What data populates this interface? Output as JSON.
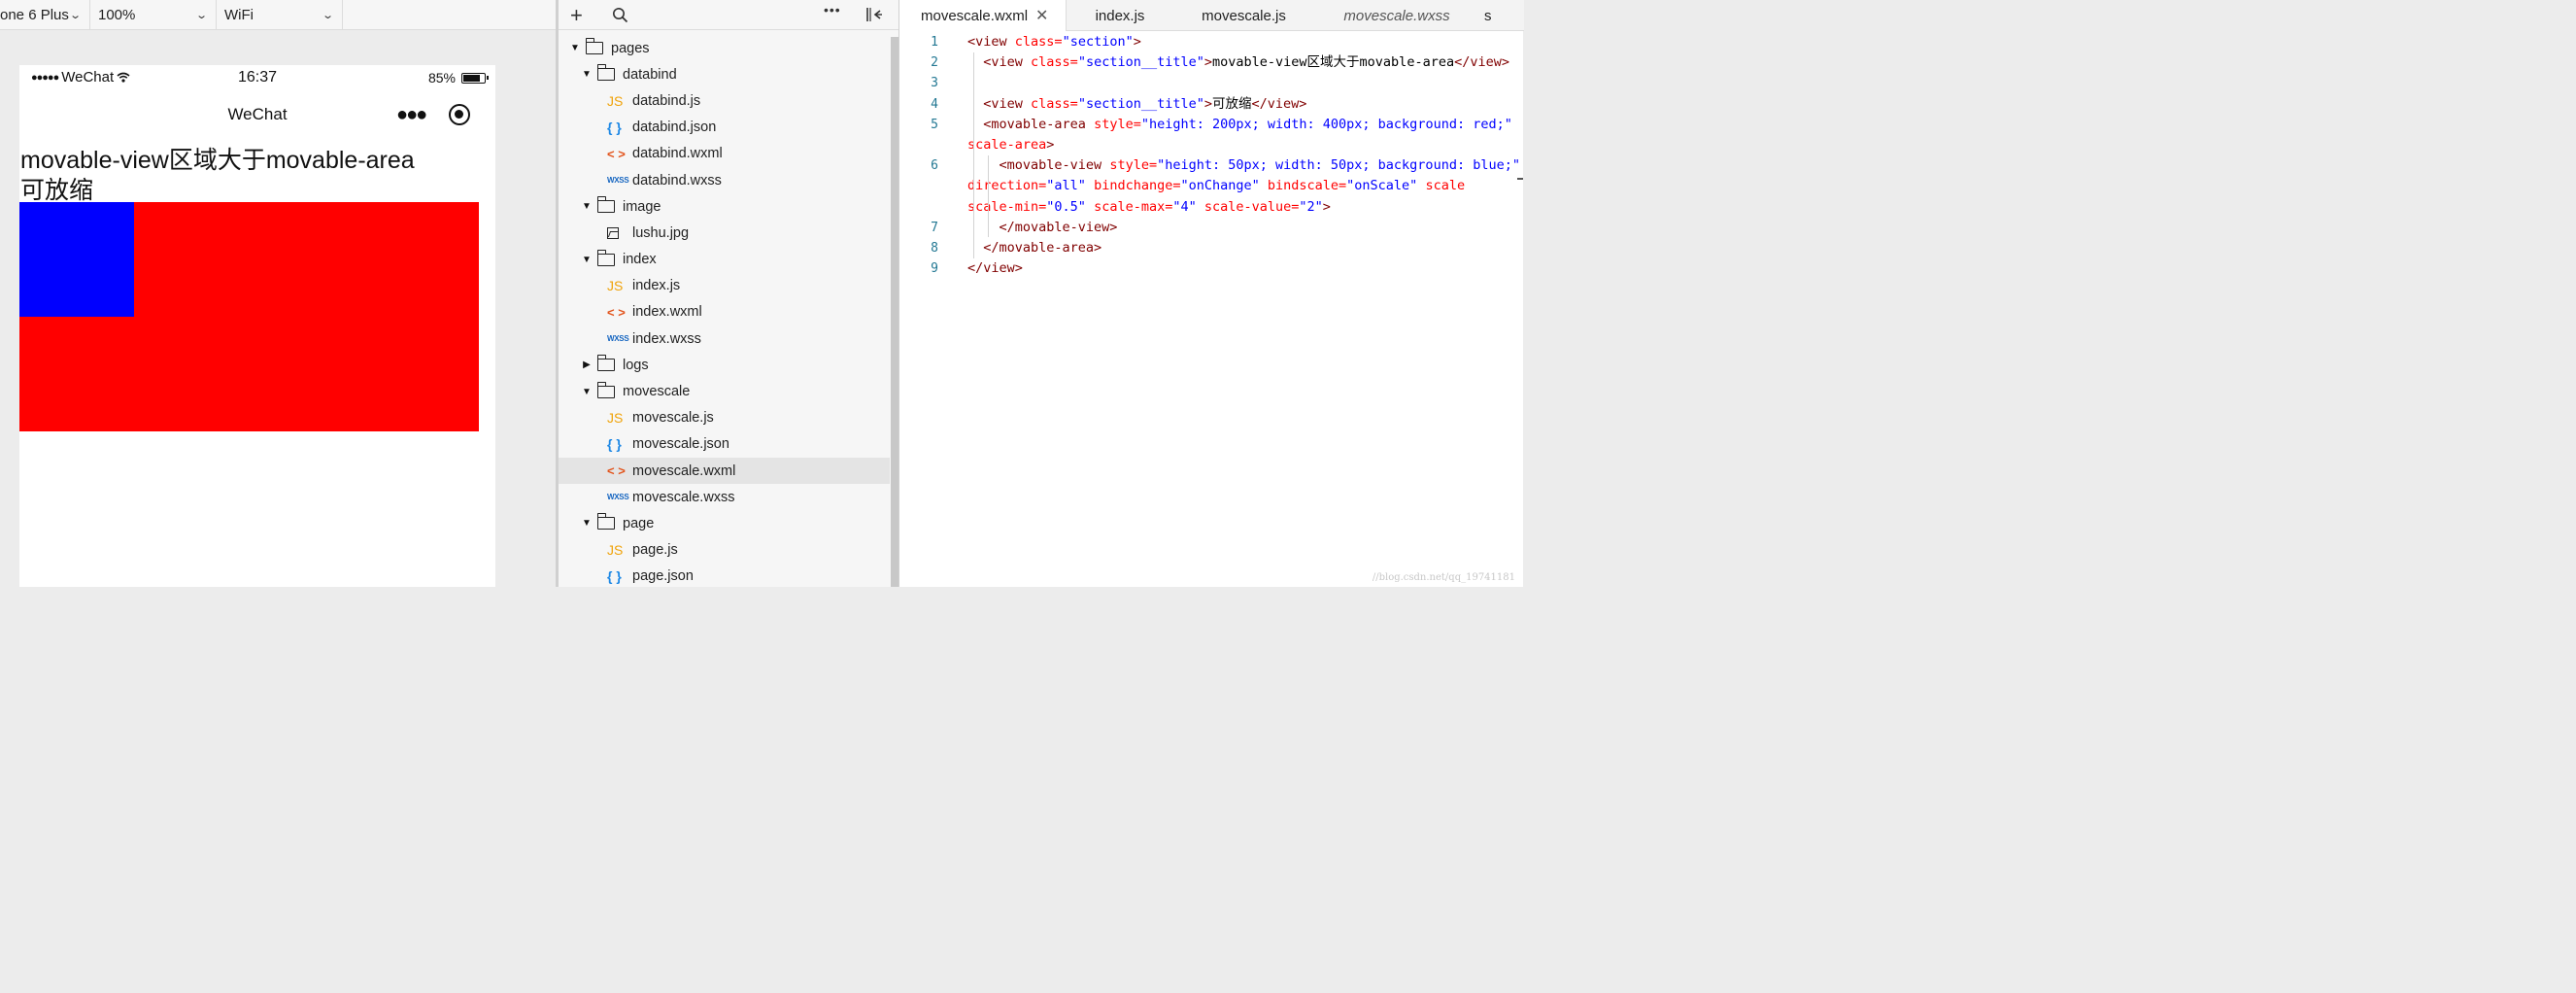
{
  "simulator": {
    "device": "one 6 Plus",
    "zoom": "100%",
    "network": "WiFi",
    "status_bar": {
      "signal": "●●●●●",
      "carrier": "WeChat",
      "time": "16:37",
      "battery_percent": "85%",
      "battery_level": 0.85
    },
    "nav_title": "WeChat",
    "content": {
      "title_1": "movable-view区域大于movable-area",
      "title_2": "可放缩"
    },
    "colors": {
      "movable_area": "#ff0000",
      "movable_view": "#0000ff"
    }
  },
  "explorer": {
    "toolbar": [
      "add-icon",
      "search-icon",
      "more-icon",
      "collapse-panel-icon"
    ],
    "tree": [
      {
        "type": "folder",
        "name": "pages",
        "depth": 0,
        "expanded": true
      },
      {
        "type": "folder",
        "name": "databind",
        "depth": 1,
        "expanded": true
      },
      {
        "type": "file",
        "name": "databind.js",
        "depth": 2,
        "icon": "js"
      },
      {
        "type": "file",
        "name": "databind.json",
        "depth": 2,
        "icon": "json"
      },
      {
        "type": "file",
        "name": "databind.wxml",
        "depth": 2,
        "icon": "wxml"
      },
      {
        "type": "file",
        "name": "databind.wxss",
        "depth": 2,
        "icon": "wxss"
      },
      {
        "type": "folder",
        "name": "image",
        "depth": 1,
        "expanded": true
      },
      {
        "type": "file",
        "name": "lushu.jpg",
        "depth": 2,
        "icon": "image"
      },
      {
        "type": "folder",
        "name": "index",
        "depth": 1,
        "expanded": true
      },
      {
        "type": "file",
        "name": "index.js",
        "depth": 2,
        "icon": "js"
      },
      {
        "type": "file",
        "name": "index.wxml",
        "depth": 2,
        "icon": "wxml"
      },
      {
        "type": "file",
        "name": "index.wxss",
        "depth": 2,
        "icon": "wxss"
      },
      {
        "type": "folder",
        "name": "logs",
        "depth": 1,
        "expanded": false
      },
      {
        "type": "folder",
        "name": "movescale",
        "depth": 1,
        "expanded": true
      },
      {
        "type": "file",
        "name": "movescale.js",
        "depth": 2,
        "icon": "js"
      },
      {
        "type": "file",
        "name": "movescale.json",
        "depth": 2,
        "icon": "json"
      },
      {
        "type": "file",
        "name": "movescale.wxml",
        "depth": 2,
        "icon": "wxml",
        "selected": true
      },
      {
        "type": "file",
        "name": "movescale.wxss",
        "depth": 2,
        "icon": "wxss"
      },
      {
        "type": "folder",
        "name": "page",
        "depth": 1,
        "expanded": true
      },
      {
        "type": "file",
        "name": "page.js",
        "depth": 2,
        "icon": "js"
      },
      {
        "type": "file",
        "name": "page.json",
        "depth": 2,
        "icon": "json"
      }
    ],
    "icon_labels": {
      "js": "JS",
      "json": "{ }",
      "wxml": "< >",
      "wxss": "WXSS"
    }
  },
  "editor": {
    "tabs": [
      {
        "label": "movescale.wxml",
        "active": true
      },
      {
        "label": "index.js"
      },
      {
        "label": "movescale.js"
      },
      {
        "label": "movescale.wxss",
        "preview": true
      },
      {
        "label": "s"
      }
    ],
    "lines": [
      {
        "n": "1",
        "rows": [
          [
            [
              "t",
              "<view "
            ],
            [
              "a",
              "class="
            ],
            [
              "s",
              "\"section\""
            ],
            [
              "t",
              ">"
            ]
          ]
        ]
      },
      {
        "n": "2",
        "rows": [
          [
            [
              "x",
              "  "
            ],
            [
              "t",
              "<view "
            ],
            [
              "a",
              "class="
            ],
            [
              "s",
              "\"section__title\""
            ],
            [
              "t",
              ">"
            ],
            [
              "x",
              "movable-view区域大于movable-area"
            ],
            [
              "t",
              "</view>"
            ]
          ]
        ]
      },
      {
        "n": "3",
        "rows": [
          [
            [
              "x",
              ""
            ]
          ]
        ]
      },
      {
        "n": "4",
        "rows": [
          [
            [
              "x",
              "  "
            ],
            [
              "t",
              "<view "
            ],
            [
              "a",
              "class="
            ],
            [
              "s",
              "\"section__title\""
            ],
            [
              "t",
              ">"
            ],
            [
              "x",
              "可放缩"
            ],
            [
              "t",
              "</view>"
            ]
          ]
        ]
      },
      {
        "n": "5",
        "rows": [
          [
            [
              "x",
              "  "
            ],
            [
              "t",
              "<movable-area "
            ],
            [
              "a",
              "style="
            ],
            [
              "s",
              "\"height: 200px; width: 400px; background: red;\""
            ]
          ],
          [
            [
              "a",
              "scale-area"
            ],
            [
              "t",
              ">"
            ]
          ]
        ]
      },
      {
        "n": "6",
        "rows": [
          [
            [
              "x",
              "    "
            ],
            [
              "t",
              "<movable-view "
            ],
            [
              "a",
              "style="
            ],
            [
              "s",
              "\"height: 50px; width: 50px; background: blue;\""
            ]
          ],
          [
            [
              "a",
              "direction="
            ],
            [
              "s",
              "\"all\" "
            ],
            [
              "a",
              "bindchange="
            ],
            [
              "s",
              "\"onChange\" "
            ],
            [
              "a",
              "bindscale="
            ],
            [
              "s",
              "\"onScale\" "
            ],
            [
              "a",
              "scale"
            ]
          ],
          [
            [
              "a",
              "scale-min="
            ],
            [
              "s",
              "\"0.5\" "
            ],
            [
              "a",
              "scale-max="
            ],
            [
              "s",
              "\"4\" "
            ],
            [
              "a",
              "scale-value="
            ],
            [
              "s",
              "\"2\""
            ],
            [
              "t",
              ">"
            ]
          ]
        ]
      },
      {
        "n": "7",
        "rows": [
          [
            [
              "x",
              "    "
            ],
            [
              "t",
              "</movable-view>"
            ]
          ]
        ]
      },
      {
        "n": "8",
        "rows": [
          [
            [
              "x",
              "  "
            ],
            [
              "t",
              "</movable-area>"
            ]
          ]
        ]
      },
      {
        "n": "9",
        "rows": [
          [
            [
              "t",
              "</view>"
            ]
          ]
        ]
      }
    ],
    "watermark": "//blog.csdn.net/qq_19741181"
  }
}
